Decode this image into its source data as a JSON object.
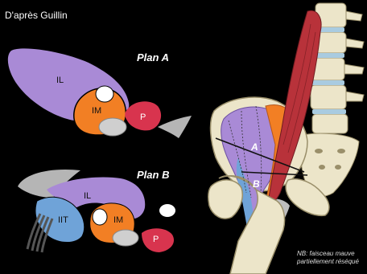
{
  "credit": "D'après Guillin",
  "planA": {
    "title": "Plan A",
    "labels": {
      "IL": "IL",
      "IM": "IM",
      "P": "P"
    }
  },
  "planB": {
    "title": "Plan B",
    "labels": {
      "IL": "IL",
      "IIT": "IIT",
      "IM": "IM",
      "P": "P"
    }
  },
  "anatomy": {
    "labels": {
      "A": "A",
      "B": "B"
    }
  },
  "note": {
    "line1": "NB: faisceau mauve",
    "line2": "partiellement réséqué"
  },
  "colors": {
    "background": "#000000",
    "IL": "#a98ad6",
    "IM": "#f27f24",
    "IIT": "#6fa3d8",
    "P": "#d8344e",
    "bone": "#ece5c9",
    "boneShade": "#d9cfa8",
    "muscle": "#b8323a",
    "tendon": "#bdbdbd"
  }
}
